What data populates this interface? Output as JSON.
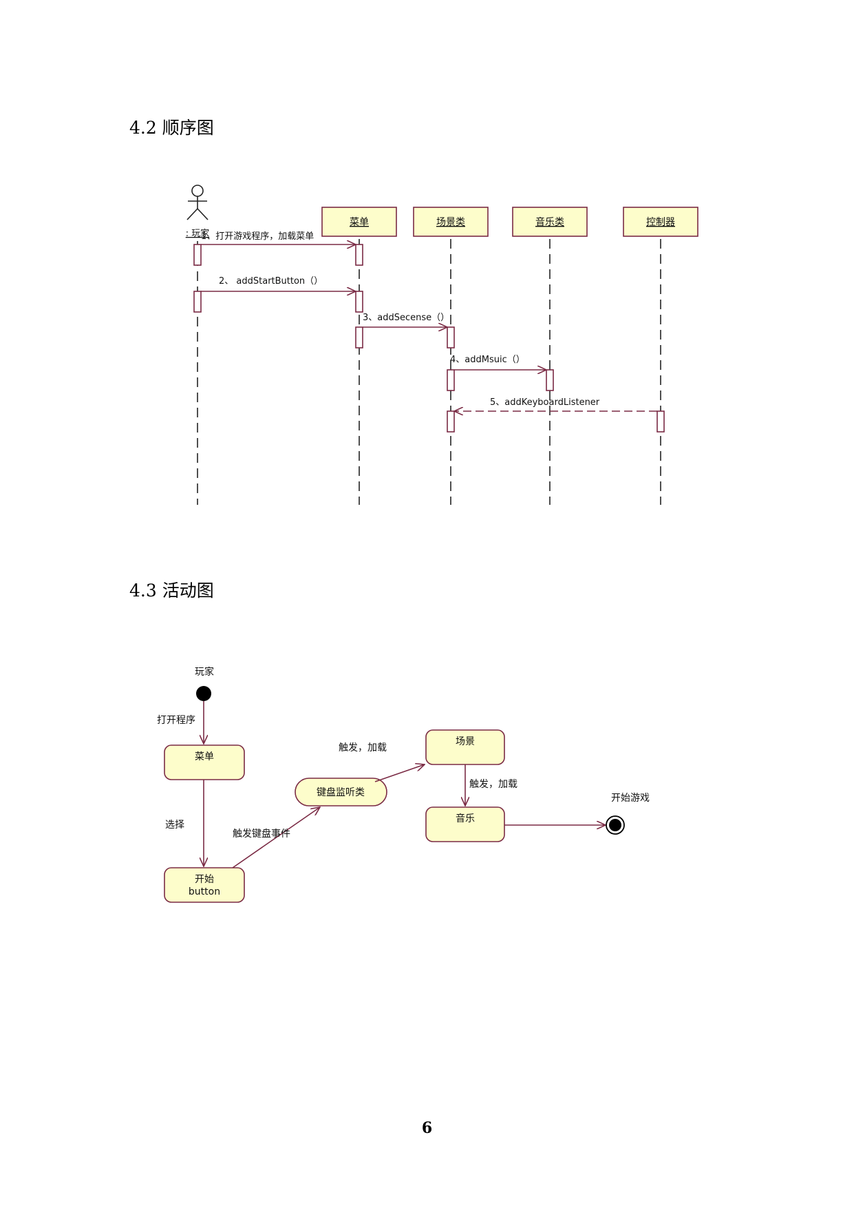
{
  "headings": {
    "sequence": "4.2 顺序图",
    "activity": "4.3 活动图"
  },
  "sequence": {
    "actor": ": 玩家",
    "objects": [
      "菜单",
      "场景类",
      "音乐类",
      "控制器"
    ],
    "messages": [
      "1、打开游戏程序，加载菜单",
      "2、 addStartButton（）",
      "3、addSecense（）",
      "4、addMsuic（）",
      "5、addKeyboardListener"
    ]
  },
  "activity": {
    "start_label": "玩家",
    "end_label": "开始游戏",
    "states": {
      "menu": "菜单",
      "start_button_line1": "开始",
      "start_button_line2": "button",
      "keyboard_listener": "键盘监听类",
      "scene": "场景",
      "music": "音乐"
    },
    "transitions": {
      "open": "打开程序",
      "select": "选择",
      "trigger_key_event": "触发键盘事件",
      "trigger_load_1": "触发，加载",
      "trigger_load_2": "触发，加载"
    }
  },
  "page_number": "6"
}
